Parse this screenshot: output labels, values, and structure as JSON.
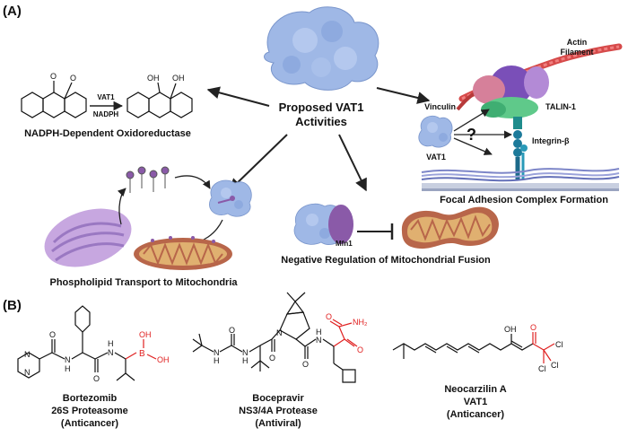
{
  "panelA": {
    "label": "(A)",
    "center_title_line1": "Proposed VAT1",
    "center_title_line2": "Activities",
    "oxidoreductase": {
      "arrow_top": "VAT1",
      "arrow_bottom": "NADPH",
      "caption": "NADPH-Dependent Oxidoreductase",
      "atom_o": "O",
      "atom_oh": "OH"
    },
    "phospholipid": {
      "caption": "Phospholipid  Transport to Mitochondria"
    },
    "fusion": {
      "protein_label": "Mfn1",
      "caption": "Negative Regulation of Mitochondrial Fusion"
    },
    "focal": {
      "actin_line1": "Actin",
      "actin_line2": "Filament",
      "vinculin": "Vinculin",
      "talin": "TALIN-1",
      "integrin": "Integrin-β",
      "vat1": "VAT1",
      "question": "?",
      "caption": "Focal Adhesion  Complex Formation"
    }
  },
  "panelB": {
    "label": "(B)",
    "bortezomib": {
      "name": "Bortezomib",
      "target": "26S Proteasome",
      "use": "(Anticancer)",
      "atoms": {
        "O": "O",
        "N": "N",
        "H": "H",
        "B": "B",
        "OH": "OH"
      }
    },
    "boceprevir": {
      "name": "Bocepravir",
      "target": "NS3/4A Protease",
      "use": "(Antiviral)",
      "atoms": {
        "O": "O",
        "N": "N",
        "H": "H",
        "NH2": "NH₂"
      }
    },
    "neocarzilin": {
      "name": "Neocarzilin A",
      "target": "VAT1",
      "use": "(Anticancer)",
      "atoms": {
        "O": "O",
        "OH": "OH",
        "Cl": "Cl"
      }
    }
  },
  "colors": {
    "red": "#e02020",
    "protein_blue": "#9fb8e6",
    "purple": "#8a5aa8"
  }
}
